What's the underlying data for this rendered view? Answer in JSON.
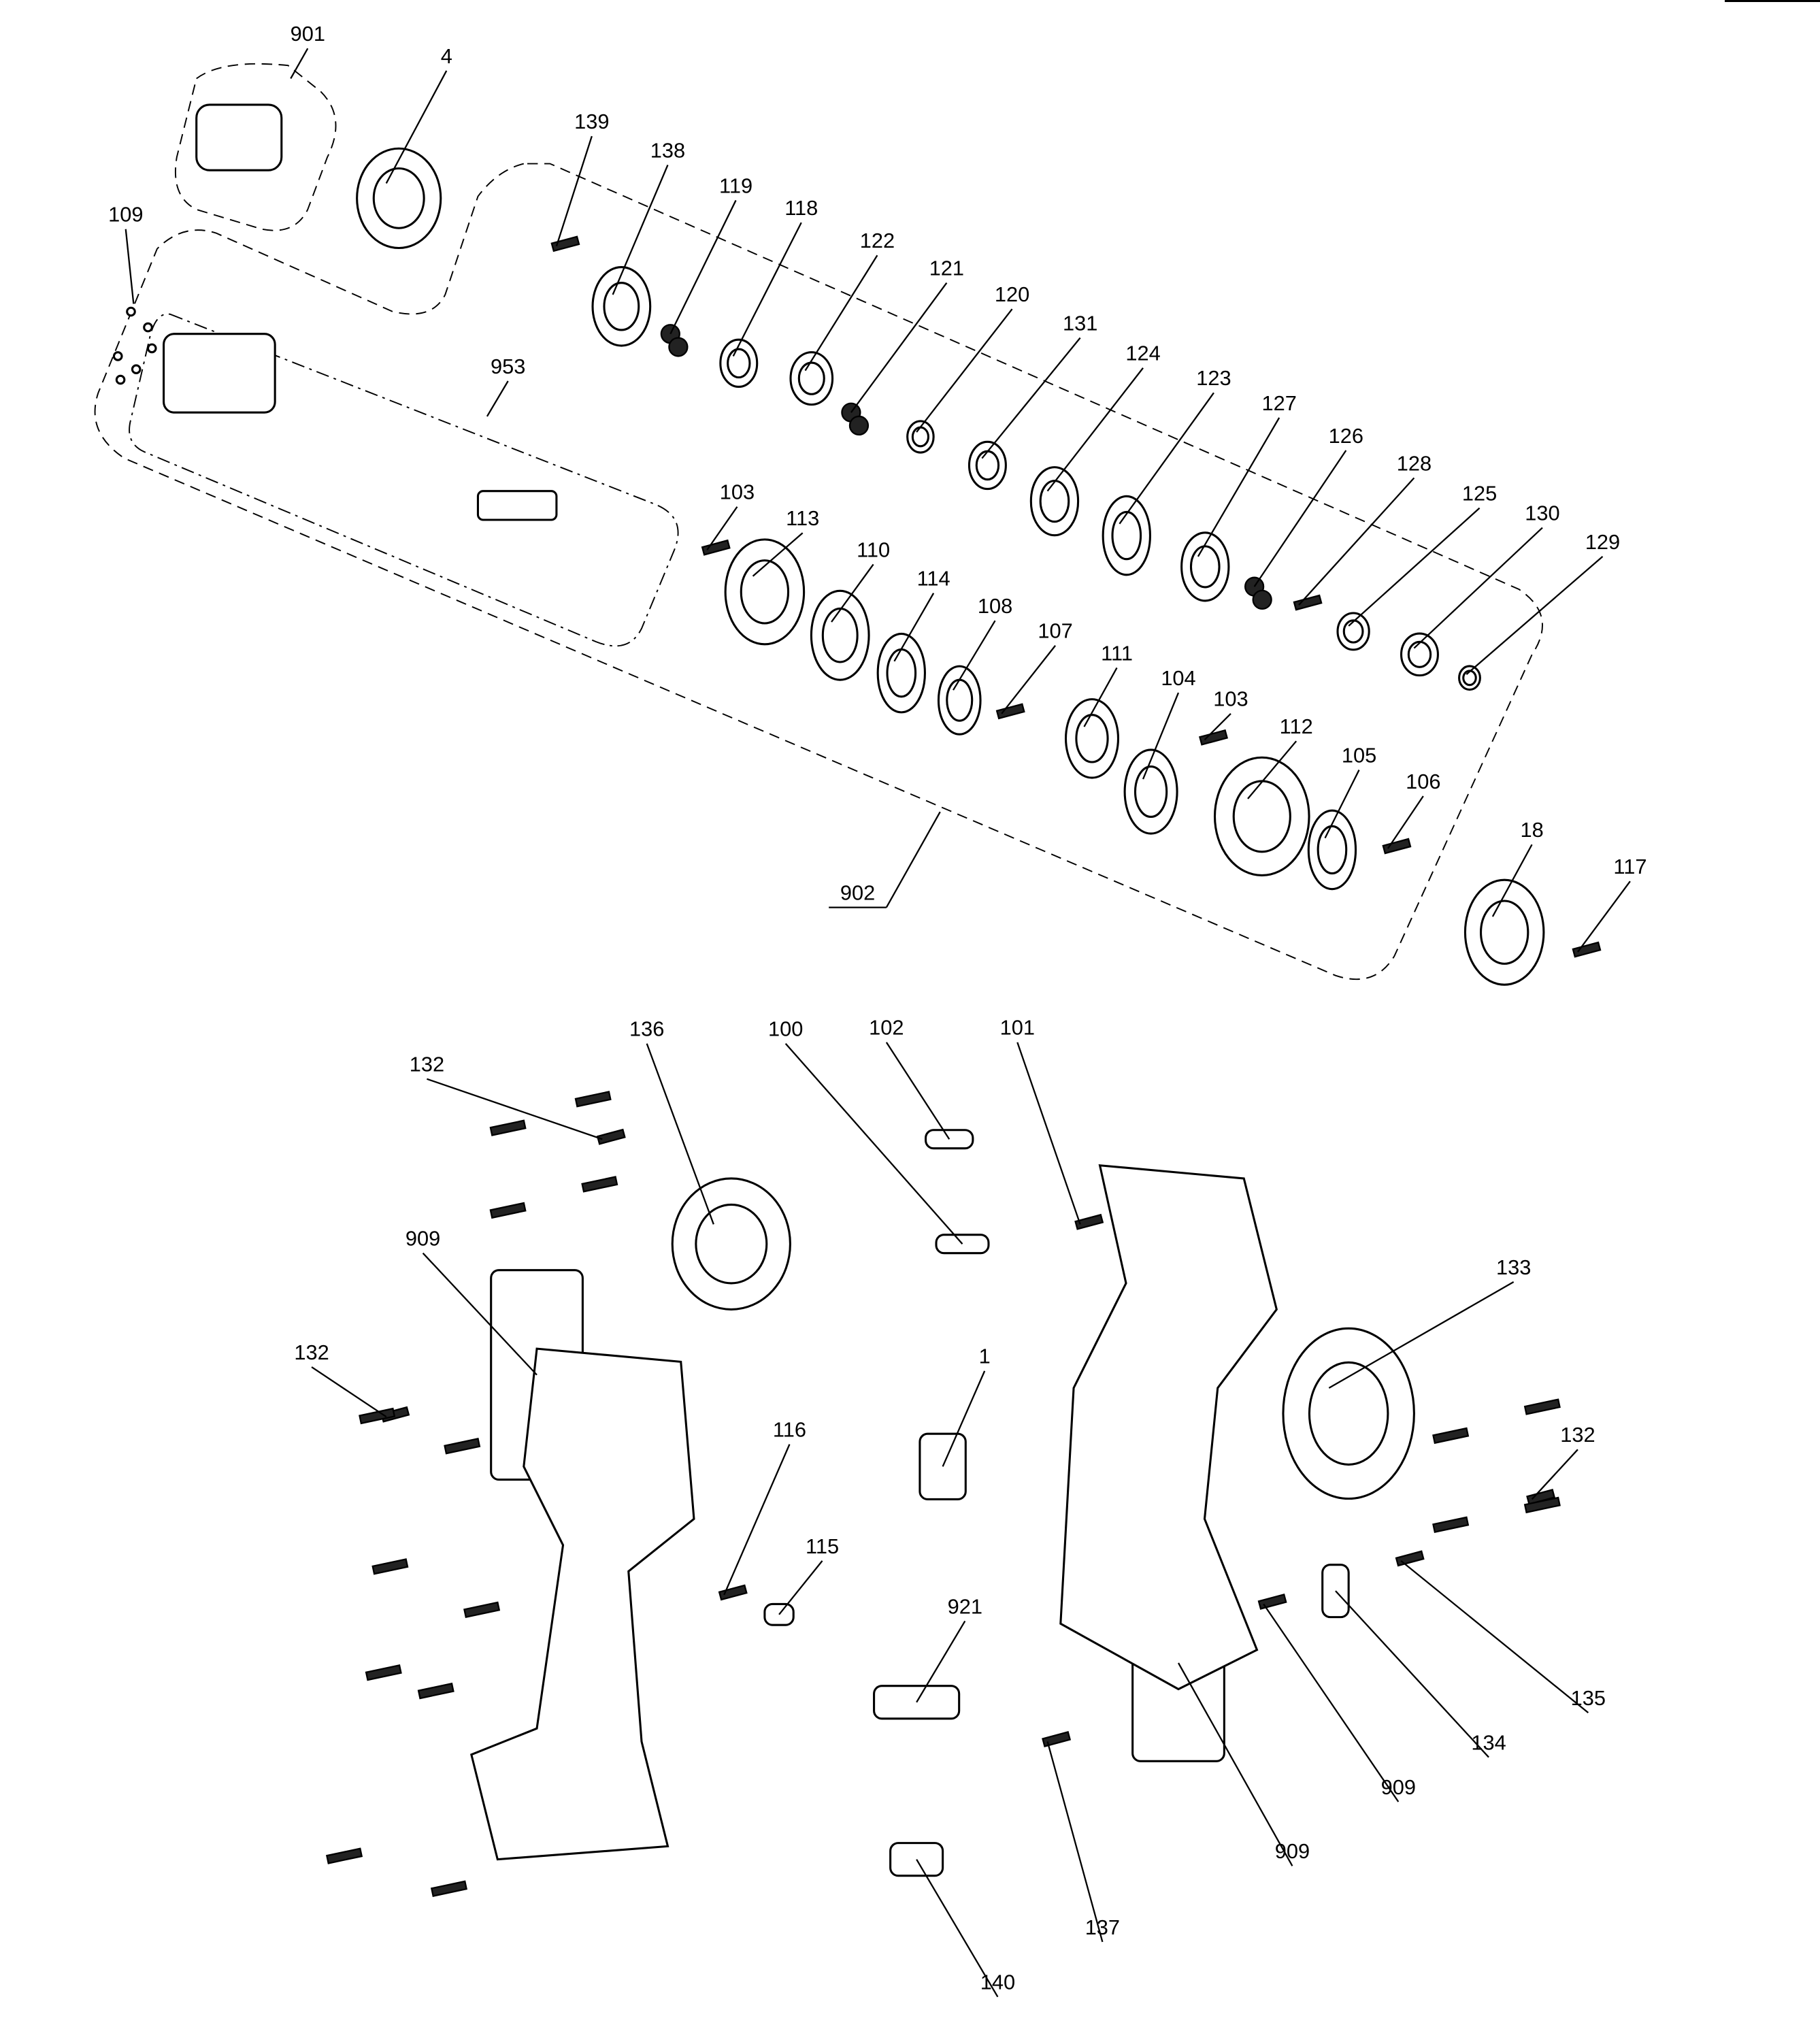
{
  "title": "Exploded parts diagram",
  "callouts": [
    "901",
    "4",
    "139",
    "138",
    "119",
    "118",
    "122",
    "121",
    "120",
    "131",
    "124",
    "123",
    "127",
    "126",
    "128",
    "125",
    "130",
    "129",
    "109",
    "953",
    "103",
    "113",
    "110",
    "114",
    "108",
    "107",
    "111",
    "104",
    "103",
    "112",
    "105",
    "106",
    "18",
    "117",
    "902",
    "136",
    "100",
    "102",
    "101",
    "132",
    "909",
    "133",
    "132",
    "1",
    "116",
    "132",
    "115",
    "921",
    "135",
    "134",
    "909",
    "909",
    "137",
    "140"
  ]
}
